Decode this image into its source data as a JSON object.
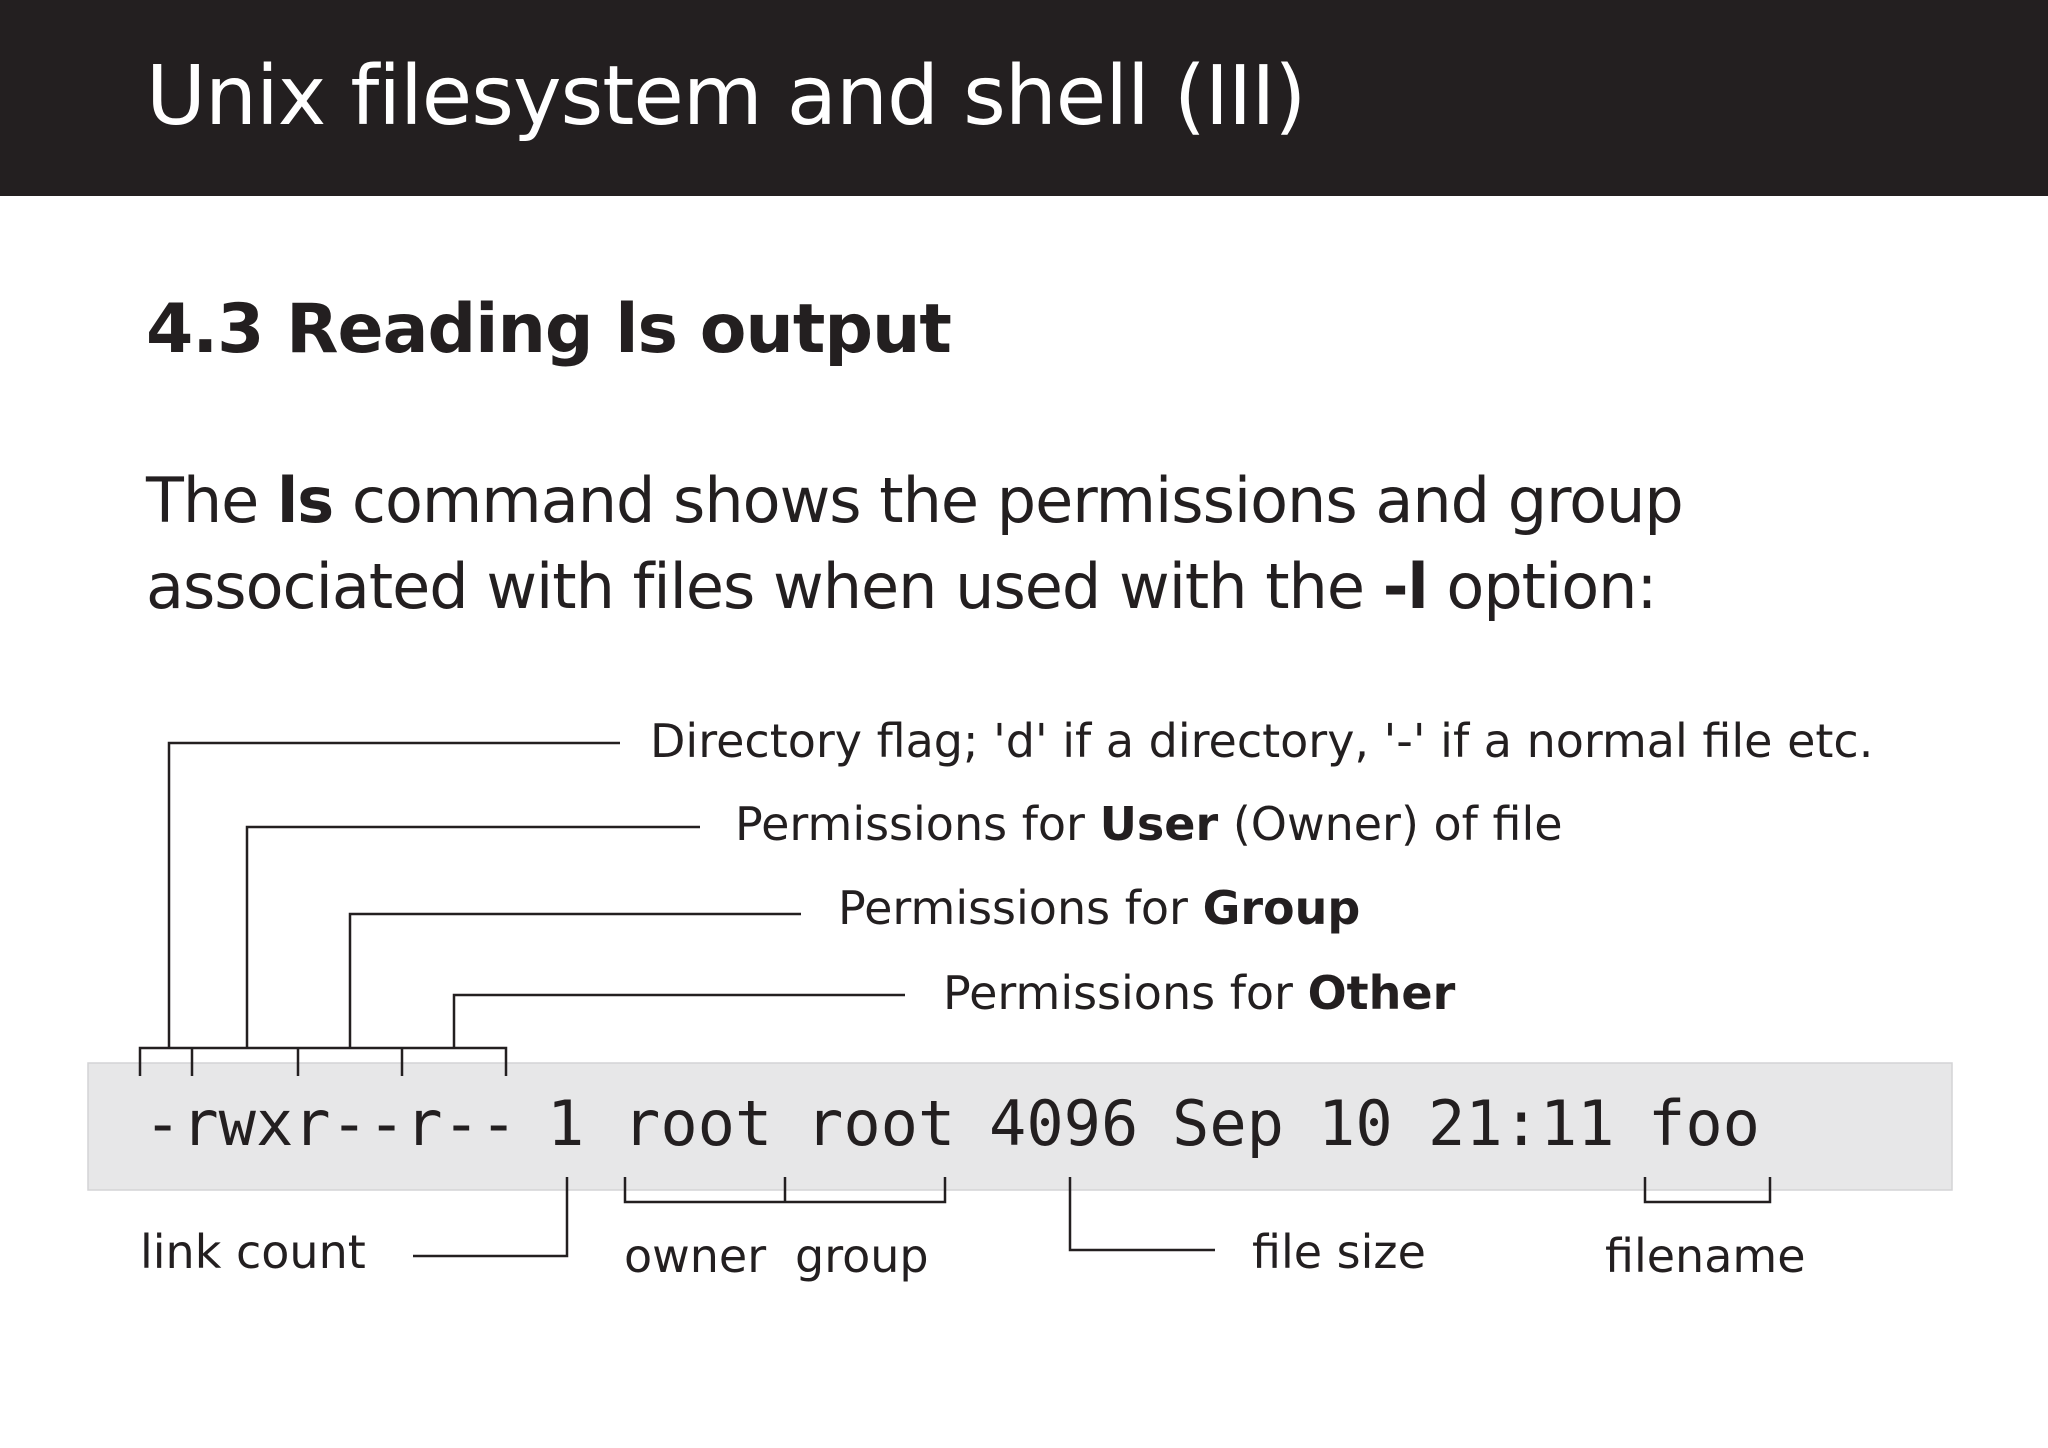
{
  "slide": {
    "title": "Unix filesystem and shell (III)",
    "heading": "4.3 Reading ls output"
  },
  "intro": {
    "line1_before": "The ",
    "line1_bold": "ls",
    "line1_after": " command shows the permissions and group",
    "line2_before": "associated with files when used with the ",
    "line2_bold": "-l",
    "line2_after": " option:"
  },
  "ls_output": {
    "permissions": "-rwxr--r--",
    "link_count": "1",
    "owner": "root",
    "group": "root",
    "size": "4096",
    "month": "Sep",
    "day": "10",
    "time": "21:11",
    "filename": "foo"
  },
  "callouts": {
    "directory_flag": "Directory flag; 'd' if a directory, '-' if a normal file etc.",
    "user_prefix": "Permissions for ",
    "user_bold": "User",
    "user_suffix": " (Owner) of file",
    "group_prefix": "Permissions for ",
    "group_bold": "Group",
    "other_prefix": "Permissions for ",
    "other_bold": "Other",
    "link_count": "link count",
    "owner": "owner",
    "group": "group",
    "file_size": "file size",
    "filename": "filename"
  }
}
